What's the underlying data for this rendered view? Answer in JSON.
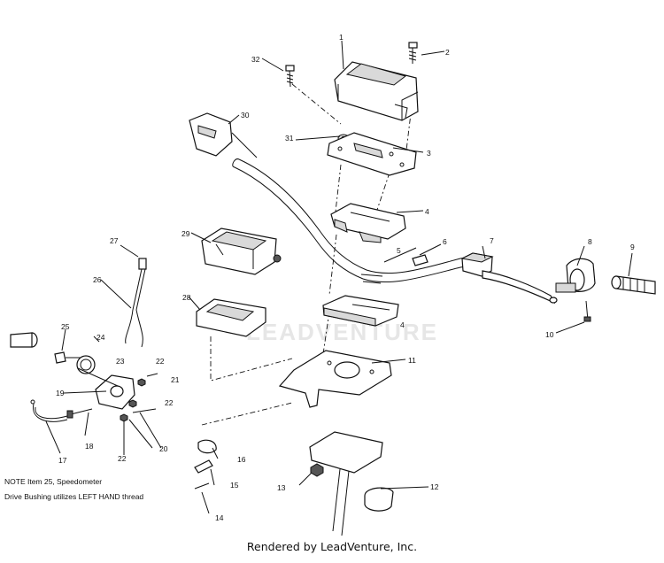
{
  "diagram": {
    "callouts": [
      "1",
      "2",
      "3",
      "4",
      "4",
      "5",
      "6",
      "7",
      "8",
      "9",
      "10",
      "11",
      "12",
      "13",
      "14",
      "15",
      "16",
      "17",
      "18",
      "19",
      "20",
      "21",
      "22",
      "22",
      "22",
      "23",
      "24",
      "25",
      "26",
      "27",
      "28",
      "29",
      "30",
      "31",
      "32"
    ],
    "note_line1": "NOTE  Item 25, Speedometer",
    "note_line2": "Drive Bushing utilizes LEFT HAND thread",
    "footer": "Rendered by LeadVenture, Inc.",
    "watermark": "LEADVENTURE"
  }
}
